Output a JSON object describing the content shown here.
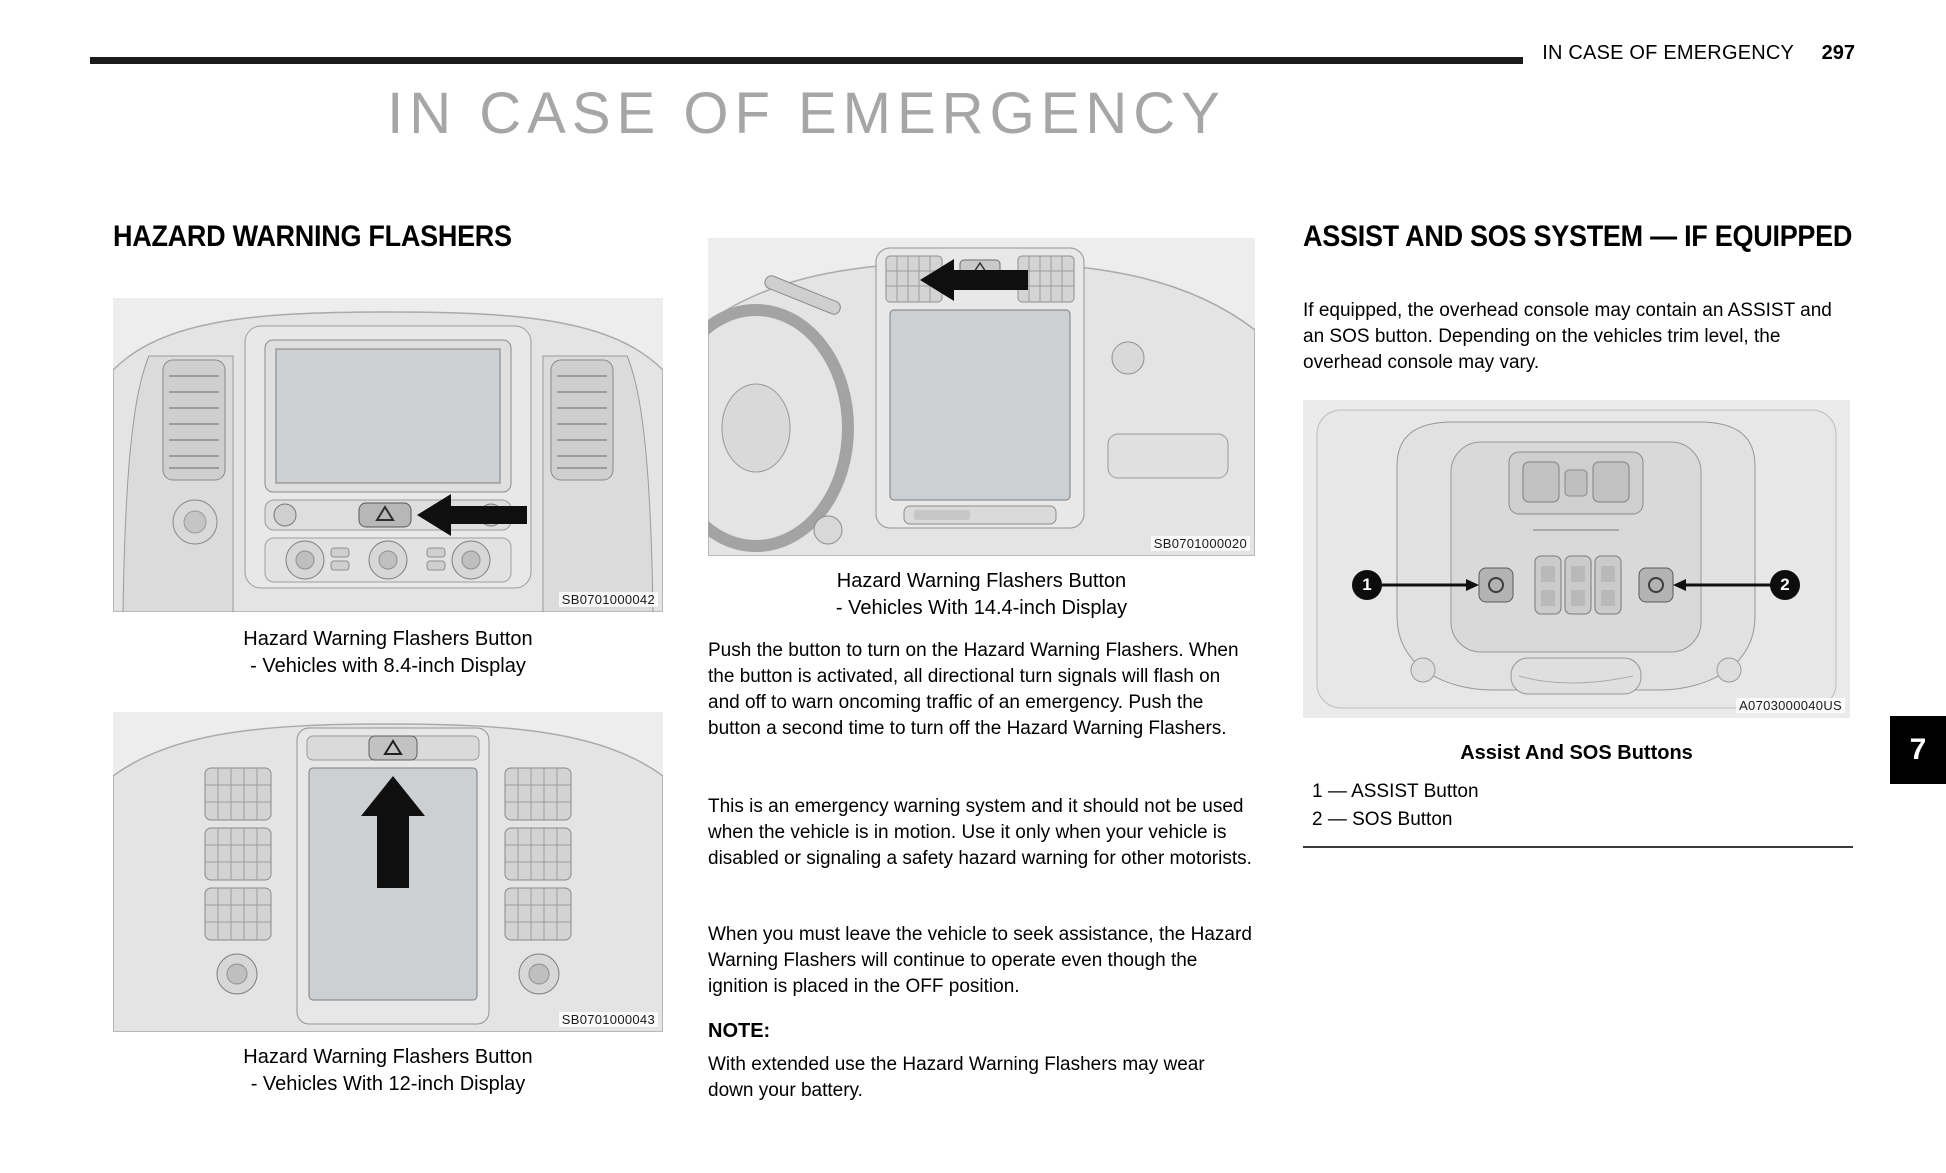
{
  "header": {
    "section": "IN CASE OF EMERGENCY",
    "page_number": "297"
  },
  "title": "IN CASE OF EMERGENCY",
  "chapter_tab": "7",
  "colors": {
    "title_gray": "#a6a6a6",
    "rule_black": "#1b1b1b",
    "tab_black": "#000000",
    "figure_bg": "#ededed"
  },
  "icons": {
    "left_arrow": "◀",
    "up_arrow": "▲",
    "hazard_triangle": "⚠"
  },
  "left_column": {
    "heading": "HAZARD WARNING FLASHERS",
    "figure_84": {
      "label": "SB0701000042",
      "caption_line1": "Hazard Warning Flashers Button",
      "caption_line2": "- Vehicles with 8.4-inch Display"
    },
    "figure_12": {
      "label": "SB0701000043",
      "caption_line1": "Hazard Warning Flashers Button",
      "caption_line2": "- Vehicles With 12-inch Display"
    }
  },
  "middle_column": {
    "figure_144": {
      "label": "SB0701000020",
      "caption_line1": "Hazard Warning Flashers Button",
      "caption_line2": "- Vehicles With 14.4-inch Display"
    },
    "paragraphs": [
      "Push the button to turn on the Hazard Warning Flashers. When the button is activated, all directional turn signals will flash on and off to warn oncoming traffic of an emergency. Push the button a second time to turn off the Hazard Warning Flashers.",
      "This is an emergency warning system and it should not be used when the vehicle is in motion. Use it only when your vehicle is disabled or signaling a safety hazard warning for other motorists.",
      "When you must leave the vehicle to seek assistance, the Hazard Warning Flashers will continue to operate even though the ignition is placed in the OFF position."
    ],
    "note_label": "NOTE:",
    "note_text": "With extended use the Hazard Warning Flashers may wear down your battery."
  },
  "right_column": {
    "heading": "ASSIST AND SOS SYSTEM — IF EQUIPPED",
    "intro": "If equipped, the overhead console may contain an ASSIST and an SOS button. Depending on the vehicles trim level, the overhead console may vary.",
    "figure_console": {
      "label": "A0703000040US",
      "caption": "Assist And SOS Buttons",
      "callout_1": "1",
      "callout_2": "2"
    },
    "legend": [
      "1 — ASSIST Button",
      "2 — SOS Button"
    ]
  }
}
